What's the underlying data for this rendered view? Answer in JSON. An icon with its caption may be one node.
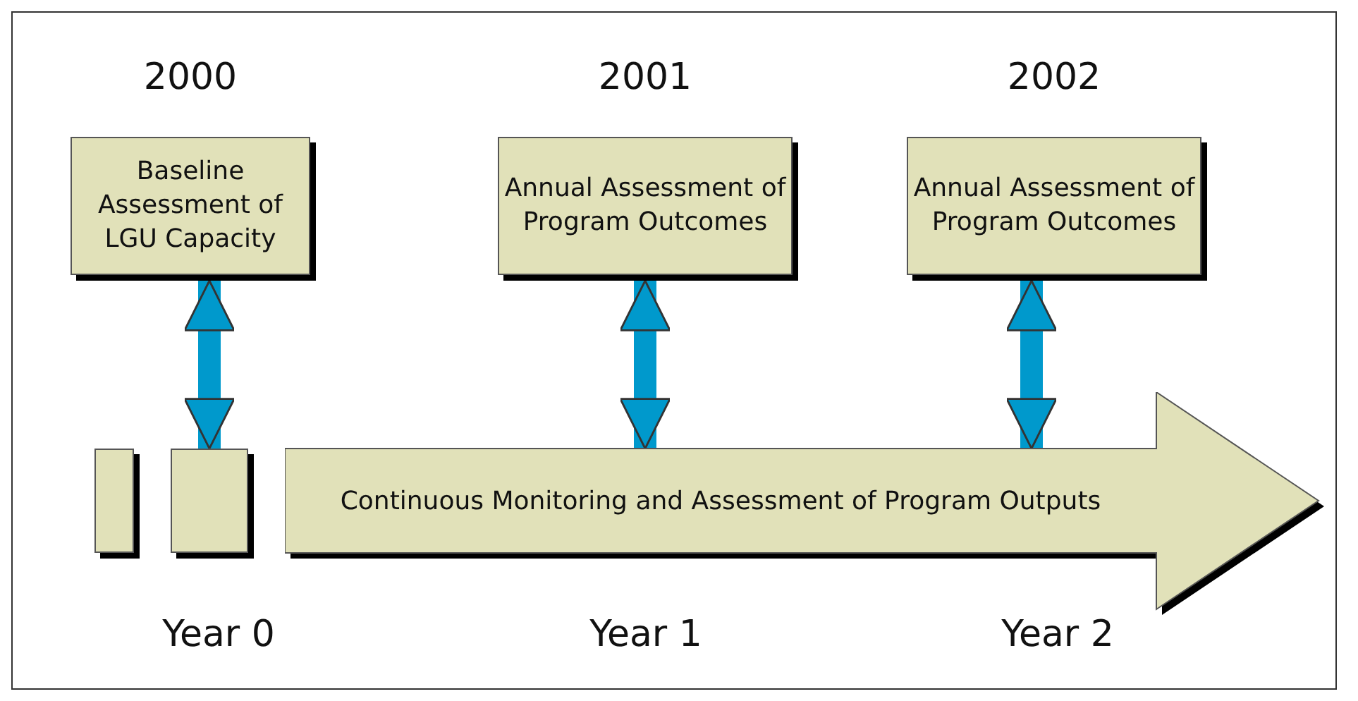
{
  "diagram": {
    "nodes": [
      {
        "text": [
          "Baseline Assessment of LGU Capacity"
        ],
        "beside": [
          "2000"
        ]
      },
      {
        "text": [
          "Annual Assessment of Program Outcomes"
        ],
        "beside": [
          "2001"
        ]
      },
      {
        "text": [
          "Annual Assessment of Program Outcomes"
        ],
        "beside": [
          "2002"
        ]
      },
      {
        "text": [],
        "shape": "box"
      },
      {
        "text": [],
        "shape": "box"
      },
      {
        "text": [
          "Continuous Monitoring and Assessment of Program Outputs"
        ]
      }
    ],
    "edges": [
      {
        "from": 0,
        "to": 4,
        "arrow": "both"
      },
      {
        "from": 1,
        "to": 5,
        "arrow": "both"
      },
      {
        "from": 2,
        "to": 5,
        "arrow": "both"
      }
    ],
    "labels": [
      "Year 0",
      "Year 1",
      "Year 2"
    ]
  }
}
